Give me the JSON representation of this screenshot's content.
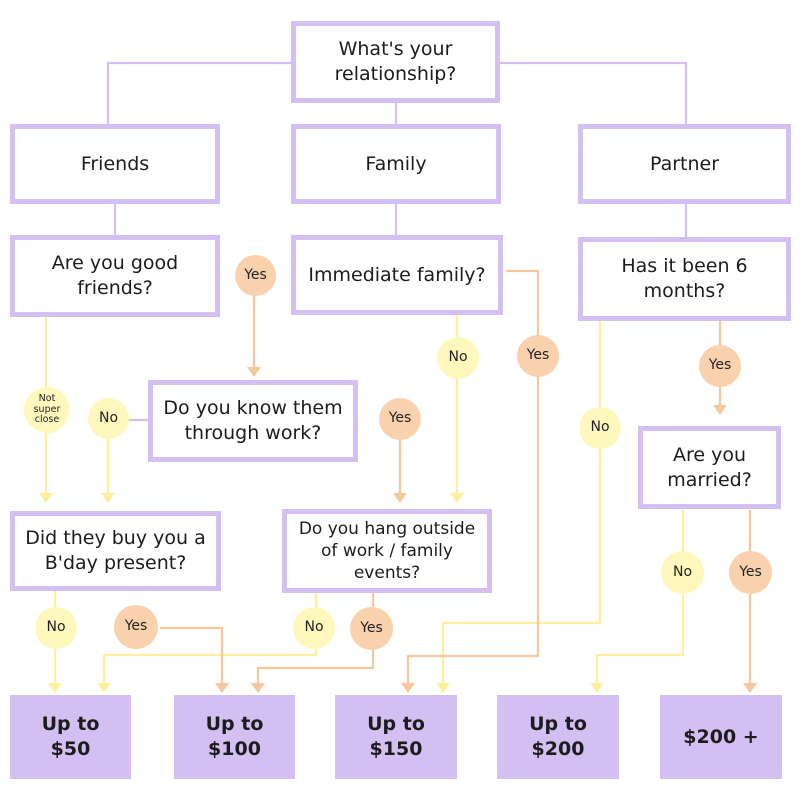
{
  "colors": {
    "box_border": "#d4bff2",
    "result_fill": "#d4bff2",
    "no_badge": "#fff8bd",
    "no_line": "#fcef9e",
    "yes_badge": "#f9d1ad",
    "yes_line": "#f6c79c"
  },
  "nodes": {
    "relationship": "What's your relationship?",
    "friends": "Friends",
    "family": "Family",
    "partner": "Partner",
    "good_friends": "Are you good friends?",
    "immediate_family": "Immediate family?",
    "six_months": "Has it been 6 months?",
    "know_through_work": "Do you know them through work?",
    "married": "Are you married?",
    "bday_present": "Did they buy you a B'day present?",
    "hang_outside": "Do you hang outside of work / family events?"
  },
  "results": {
    "r50": "Up to $50",
    "r100": "Up to $100",
    "r150": "Up to $150",
    "r200": "Up to $200",
    "r200plus": "$200 +"
  },
  "badges": {
    "yes": "Yes",
    "no": "No",
    "not_super_close": "Not super close"
  }
}
